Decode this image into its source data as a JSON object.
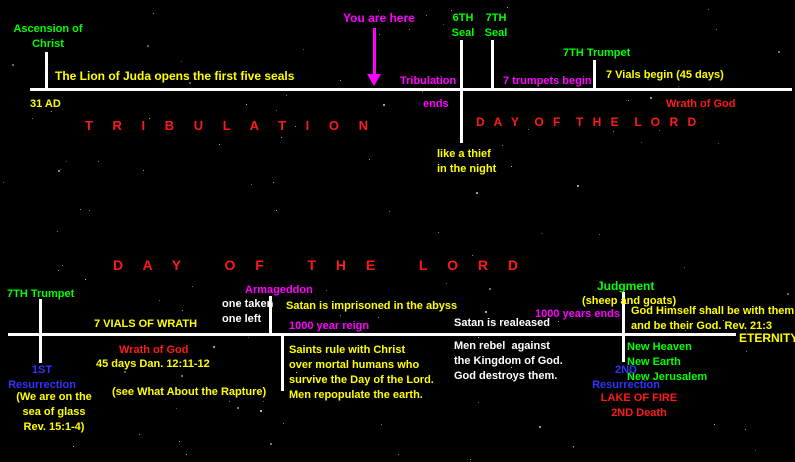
{
  "colors": {
    "green": "#00ff00",
    "yellow": "#ffff00",
    "magenta": "#ff00ff",
    "red": "#ff1a1a",
    "blue": "#3333ff",
    "white": "#ffffff"
  },
  "top": {
    "ascension": "Ascension of\nChrist",
    "you_are_here": "You are here",
    "seal_6th": "6TH\nSeal",
    "seal_7th": "7TH\nSeal",
    "trumpet_7th": "7TH Trumpet",
    "lion_opens_seals": "The Lion of Juda opens the first five seals",
    "tribulation": "Tribulation",
    "ends": "ends",
    "trumpets_begin": "7 trumpets begin",
    "vials_begin": "7 Vials begin (45 days)",
    "year_31_ad": "31 AD",
    "wrath_of_god": "Wrath of God",
    "era_tribulation": "T R I B U L A T I O N",
    "era_day_of_the_lord": "D A Y  O F  T H E  L O R D",
    "like_a_thief": "like a thief\nin the night"
  },
  "bottom": {
    "era_day_of_the_lord": "D A Y   O F   T H E   L O R D",
    "trumpet_7th": "7TH Trumpet",
    "armageddon": "Armageddon",
    "one_taken_one_left": "one taken\none left",
    "satan_imprisoned": "Satan is imprisoned in the abyss",
    "judgment": "Judgment",
    "sheep_and_goats": "(sheep and goats)",
    "vials_of_wrath": "7 VIALS OF WRATH",
    "thousand_year_reign": "1000 year reign",
    "thousand_years_ends": "1000 years ends",
    "satan_released": "Satan is realeased",
    "god_himself": "God Himself shall be with them\nand be their God. Rev. 21:3",
    "eternity": "ETERNITY",
    "wrath_of_god": "Wrath of God",
    "forty_five_days": "45 days Dan. 12:11-12",
    "saints_rule": "Saints rule with Christ\nover mortal humans who\nsurvive the Day of the Lord.\nMen repopulate the earth.",
    "men_rebel": "Men rebel  against\nthe Kingdom of God.\nGod destroys them.",
    "new_creation": "New Heaven\nNew Earth\nNew Jerusalem",
    "first_resurrection": "1ST\nResurrection",
    "second_resurrection": "2ND\nResurrection",
    "sea_of_glass": "(We are on the\nsea of glass\nRev. 15:1-4)",
    "see_rapture": "(see What About the Rapture)",
    "lake_of_fire": "LAKE OF FIRE\n2ND Death"
  }
}
